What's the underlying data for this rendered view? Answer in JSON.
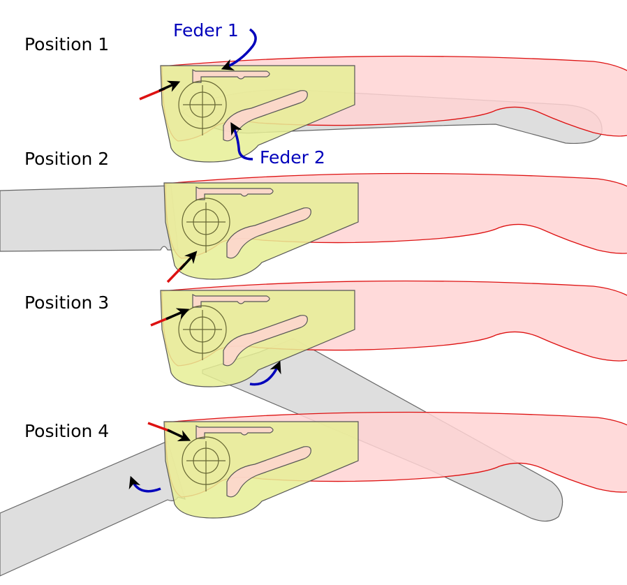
{
  "positions": [
    {
      "label": "Position 1"
    },
    {
      "label": "Position 2"
    },
    {
      "label": "Position 3"
    },
    {
      "label": "Position 4"
    }
  ],
  "springs": {
    "spring1": "Feder 1",
    "spring2": "Feder 2"
  },
  "colors": {
    "handle_fill": "#ffd3d3",
    "handle_stroke": "#dd1111",
    "plate_fill": "#e6ee95",
    "blade_fill": "#dedede",
    "blade_stroke": "#666666",
    "annotation_blue": "#0000bb",
    "force_red": "#dd1111",
    "pointer_black": "#000000"
  }
}
